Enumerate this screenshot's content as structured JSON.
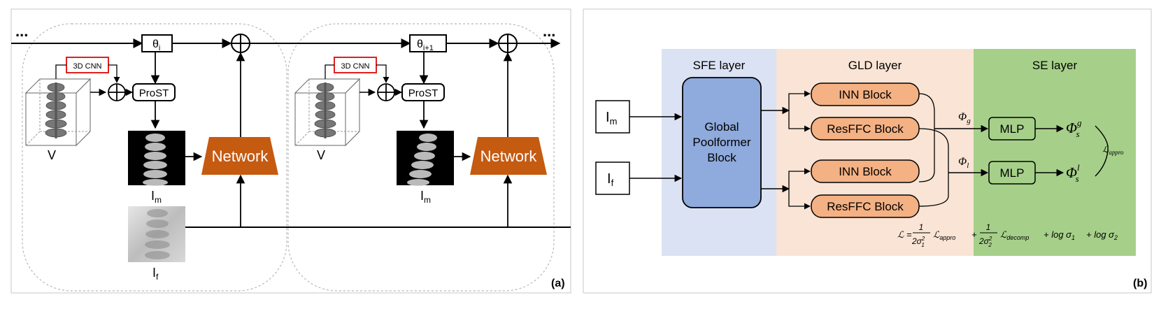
{
  "panel_a": {
    "dots_left": "...",
    "dots_right": "...",
    "theta_1": {
      "main": "θ",
      "sub": "i"
    },
    "theta_2": {
      "main": "θ",
      "sub": "i+1"
    },
    "cnn_1": "3D CNN",
    "cnn_2": "3D CNN",
    "prost_1": "ProST",
    "prost_2": "ProST",
    "network_1": "Network",
    "network_2": "Network",
    "volume_label_1": "V",
    "volume_label_2": "V",
    "im_label_1": {
      "main": "I",
      "sub": "m"
    },
    "im_label_2": {
      "main": "I",
      "sub": "m"
    },
    "if_label": {
      "main": "I",
      "sub": "f"
    },
    "tag": "(a)"
  },
  "panel_b": {
    "input_m": {
      "main": "I",
      "sub": "m"
    },
    "input_f": {
      "main": "I",
      "sub": "f"
    },
    "sfe_title": "SFE layer",
    "gld_title": "GLD layer",
    "se_title": "SE layer",
    "global_block": [
      "Global",
      "Poolformer",
      "Block"
    ],
    "inn_1": "INN Block",
    "resffc_1": "ResFFC Block",
    "inn_2": "INN Block",
    "resffc_2": "ResFFC Block",
    "mlp_1": "MLP",
    "mlp_2": "MLP",
    "phi_g": {
      "main": "Φ",
      "sub": "g"
    },
    "phi_l": {
      "main": "Φ",
      "sub": "l"
    },
    "phi_s_g": {
      "main": "Φ",
      "sup": "g",
      "sub": "s"
    },
    "phi_s_l": {
      "main": "Φ",
      "sup": "l",
      "sub": "s"
    },
    "l_appro_side": {
      "main": "ℒ",
      "sub": "appro"
    },
    "loss": {
      "lhs": "ℒ =",
      "num": "1",
      "den1": "2σ",
      "den1_sub": "1",
      "den_sup": "2",
      "term1": "ℒ",
      "term1_sub": "appro",
      "plus": "+",
      "den2": "2σ",
      "den2_sub": "2",
      "term2": "ℒ",
      "term2_sub": "decomp",
      "tail": "+ log σ",
      "tail_sub1": "1",
      "tail2": "+ log σ",
      "tail_sub2": "2"
    },
    "tag": "(b)",
    "colors": {
      "sfe_bg": "#dbe2f3",
      "gld_bg": "#f9e4d5",
      "se_bg": "#a6d08a",
      "global": "#8faadc",
      "block": "#f4b183",
      "mlp": "#a6d08a"
    }
  },
  "network_color": "#c55a11",
  "cnn_border": "#e02020"
}
